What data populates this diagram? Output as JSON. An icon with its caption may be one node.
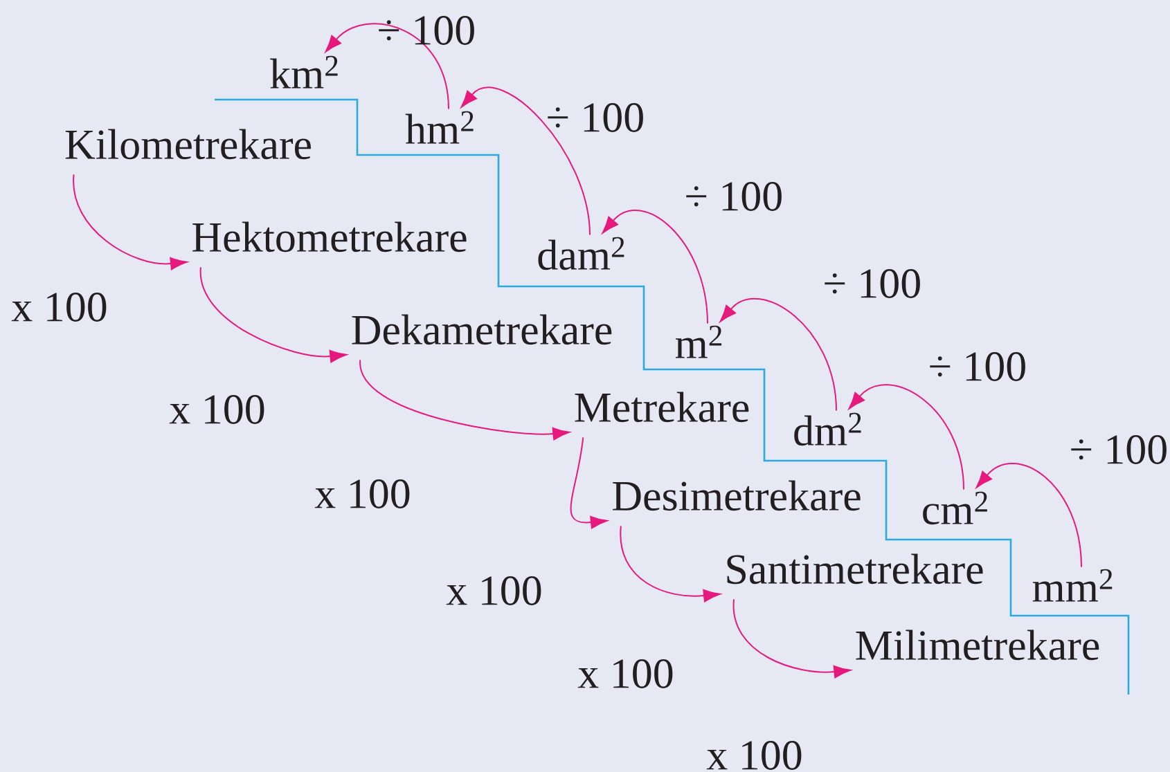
{
  "diagram": {
    "nodes": [
      {
        "text": [
          "Kilometrekare"
        ]
      },
      {
        "text": [
          "Hektometrekare"
        ]
      },
      {
        "text": [
          "Dekametrekare"
        ]
      },
      {
        "text": [
          "Metrekare"
        ]
      },
      {
        "text": [
          "Desimetrekare"
        ]
      },
      {
        "text": [
          "Santimetrekare"
        ]
      },
      {
        "text": [
          "Milimetrekare"
        ]
      },
      {
        "text": [
          "km$^{2}$"
        ]
      },
      {
        "text": [
          "hm$^{2}$"
        ]
      },
      {
        "text": [
          "dam$^{2}$"
        ]
      },
      {
        "text": [
          "m$^{2}$"
        ]
      },
      {
        "text": [
          "dm$^{2}$"
        ]
      },
      {
        "text": [
          "cm$^{2}$"
        ]
      },
      {
        "text": [
          "mm$^{2}$"
        ]
      }
    ],
    "edges": [
      {
        "from": 0,
        "to": 1,
        "arrow": "to",
        "label": "x 100"
      },
      {
        "from": 1,
        "to": 2,
        "arrow": "to",
        "label": "x 100"
      },
      {
        "from": 2,
        "to": 3,
        "arrow": "to",
        "label": "x 100"
      },
      {
        "from": 3,
        "to": 4,
        "arrow": "to",
        "label": "x 100"
      },
      {
        "from": 4,
        "to": 5,
        "arrow": "to",
        "label": "x 100"
      },
      {
        "from": 5,
        "to": 6,
        "arrow": "to",
        "label": "x 100"
      },
      {
        "from": 8,
        "to": 7,
        "arrow": "to",
        "label": "÷ 100"
      },
      {
        "from": 9,
        "to": 8,
        "arrow": "to",
        "label": "÷ 100"
      },
      {
        "from": 10,
        "to": 9,
        "arrow": "to",
        "label": "÷ 100"
      },
      {
        "from": 11,
        "to": 10,
        "arrow": "to",
        "label": "÷ 100"
      },
      {
        "from": 12,
        "to": 11,
        "arrow": "to",
        "label": "÷ 100"
      },
      {
        "from": 13,
        "to": 12,
        "arrow": "to",
        "label": "÷ 100"
      }
    ]
  }
}
